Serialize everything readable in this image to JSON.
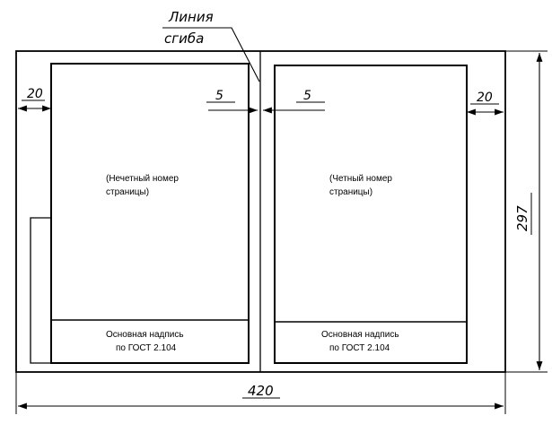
{
  "fold_line_label": {
    "line1": "Линия",
    "line2": "сгиба"
  },
  "left_page": {
    "caption_line1": "(Нечетный номер",
    "caption_line2": "страницы)",
    "title_block_line1": "Основная надпись",
    "title_block_line2": "по ГОСТ 2.104"
  },
  "right_page": {
    "caption_line1": "(Четный номер",
    "caption_line2": "страницы)",
    "title_block_line1": "Основная надпись",
    "title_block_line2": "по ГОСТ 2.104"
  },
  "dimensions": {
    "left_margin": "20",
    "right_margin": "20",
    "gap_left": "5",
    "gap_right": "5",
    "sheet_height": "297",
    "sheet_width": "420"
  }
}
